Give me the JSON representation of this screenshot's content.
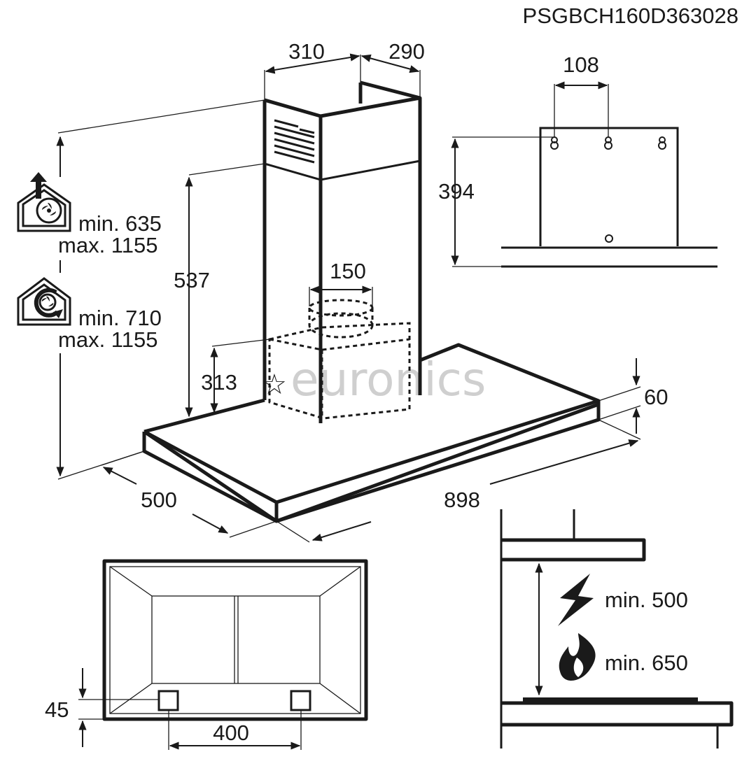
{
  "diagram": {
    "model_code": "PSGBCH160D363028",
    "watermark": "euronics",
    "dimensions": {
      "top_width_left": "310",
      "top_width_right": "290",
      "bracket_spacing": "108",
      "bracket_height": "394",
      "chimney_height": "537",
      "duct_diameter": "150",
      "motor_height": "313",
      "canopy_thickness": "60",
      "canopy_depth": "500",
      "canopy_width": "898",
      "filter_offset": "45",
      "filter_spacing": "400"
    },
    "installation_heights": {
      "extraction_mode": {
        "icon": "house-extraction-icon",
        "min": "min. 635",
        "max": "max. 1155"
      },
      "recirculation_mode": {
        "icon": "house-recirculation-icon",
        "min": "min. 710",
        "max": "max. 1155"
      }
    },
    "clearances": {
      "electric_hob": {
        "icon": "lightning-icon",
        "label": "min. 500"
      },
      "gas_hob": {
        "icon": "flame-icon",
        "label": "min. 650"
      }
    }
  }
}
